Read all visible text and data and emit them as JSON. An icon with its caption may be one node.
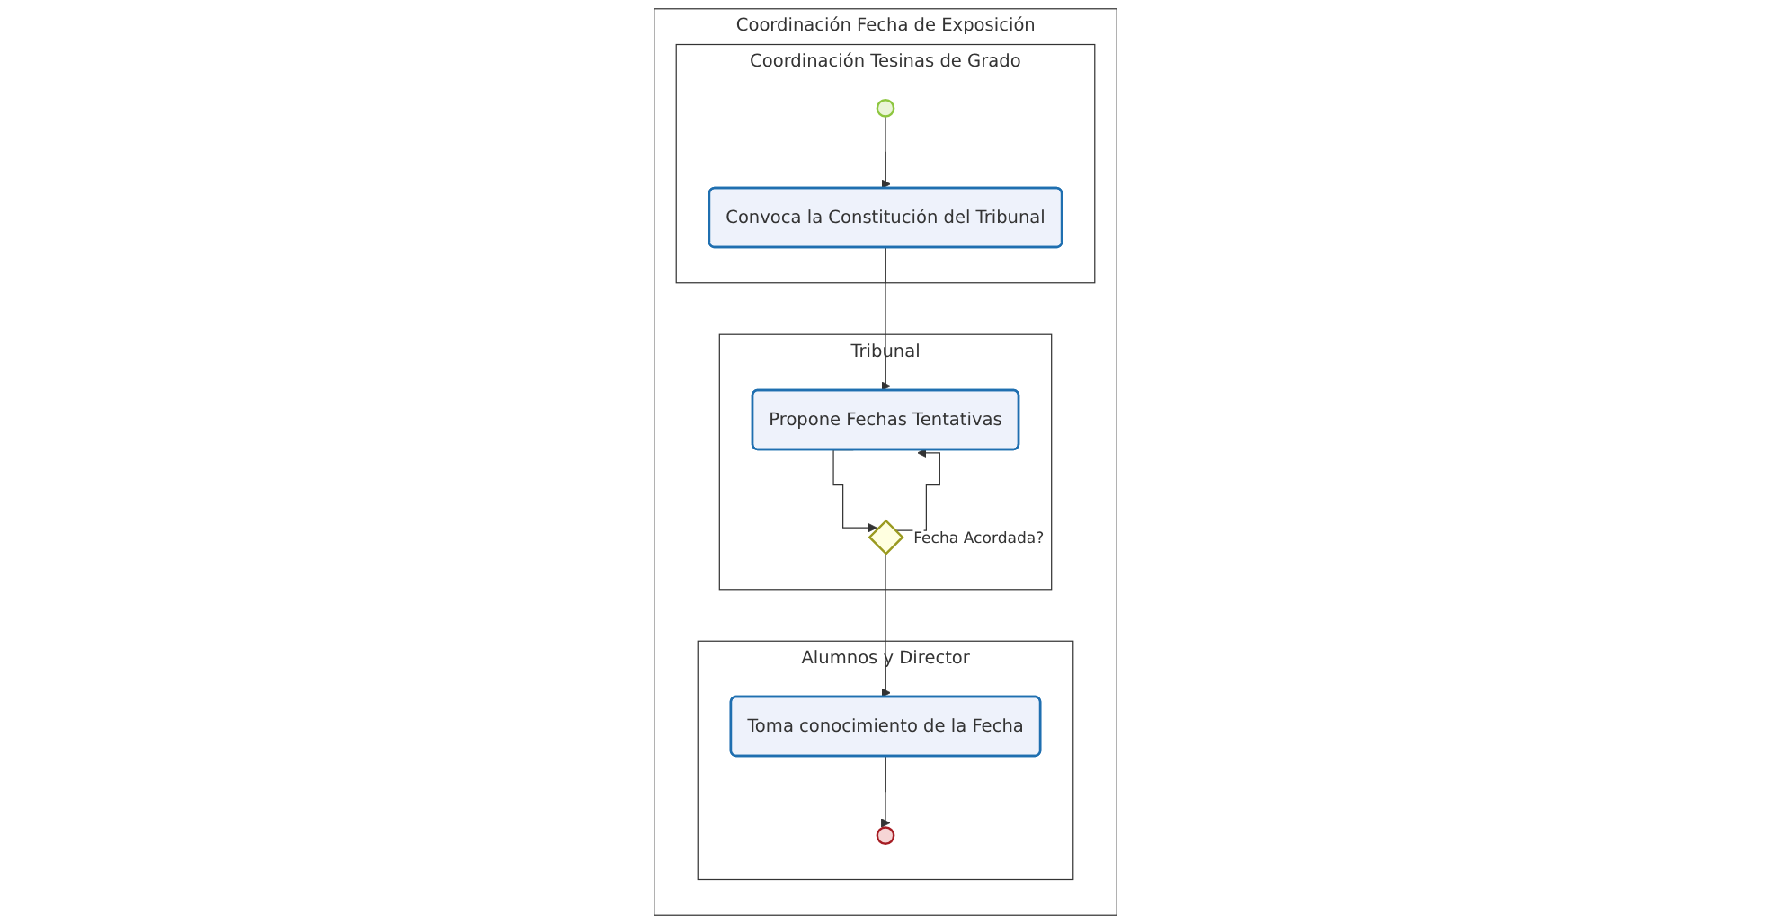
{
  "diagram": {
    "nodes": [
      {
        "text": [
          "Coordinación Fecha de Exposición"
        ]
      },
      {
        "text": [
          "Coordinación Tesinas de Grado"
        ],
        "in": 0
      },
      {
        "text": [
          "Tribunal"
        ],
        "in": 0
      },
      {
        "text": [
          "Alumnos y Director"
        ],
        "in": 0
      },
      {
        "text": [],
        "shape": "circle",
        "in": 1
      },
      {
        "text": [
          "Convoca la Constitución del Tribunal"
        ],
        "in": 1
      },
      {
        "text": [
          "Propone Fechas Tentativas"
        ],
        "in": 2
      },
      {
        "text": [],
        "shape": "diamond",
        "in": 2,
        "beside": [
          "Fecha Acordada?"
        ]
      },
      {
        "text": [
          "Toma conocimiento de la Fecha"
        ],
        "in": 3
      },
      {
        "text": [],
        "shape": "circle",
        "in": 3
      }
    ],
    "edges": [
      {
        "from": 4,
        "to": 5,
        "arrow": "to"
      },
      {
        "from": 5,
        "to": 6,
        "arrow": "to"
      },
      {
        "from": 6,
        "to": 7,
        "arrow": "to"
      },
      {
        "from": 7,
        "to": 6,
        "arrow": "to"
      },
      {
        "from": 7,
        "to": 8,
        "arrow": "to"
      },
      {
        "from": 8,
        "to": 9,
        "arrow": "to"
      }
    ]
  }
}
